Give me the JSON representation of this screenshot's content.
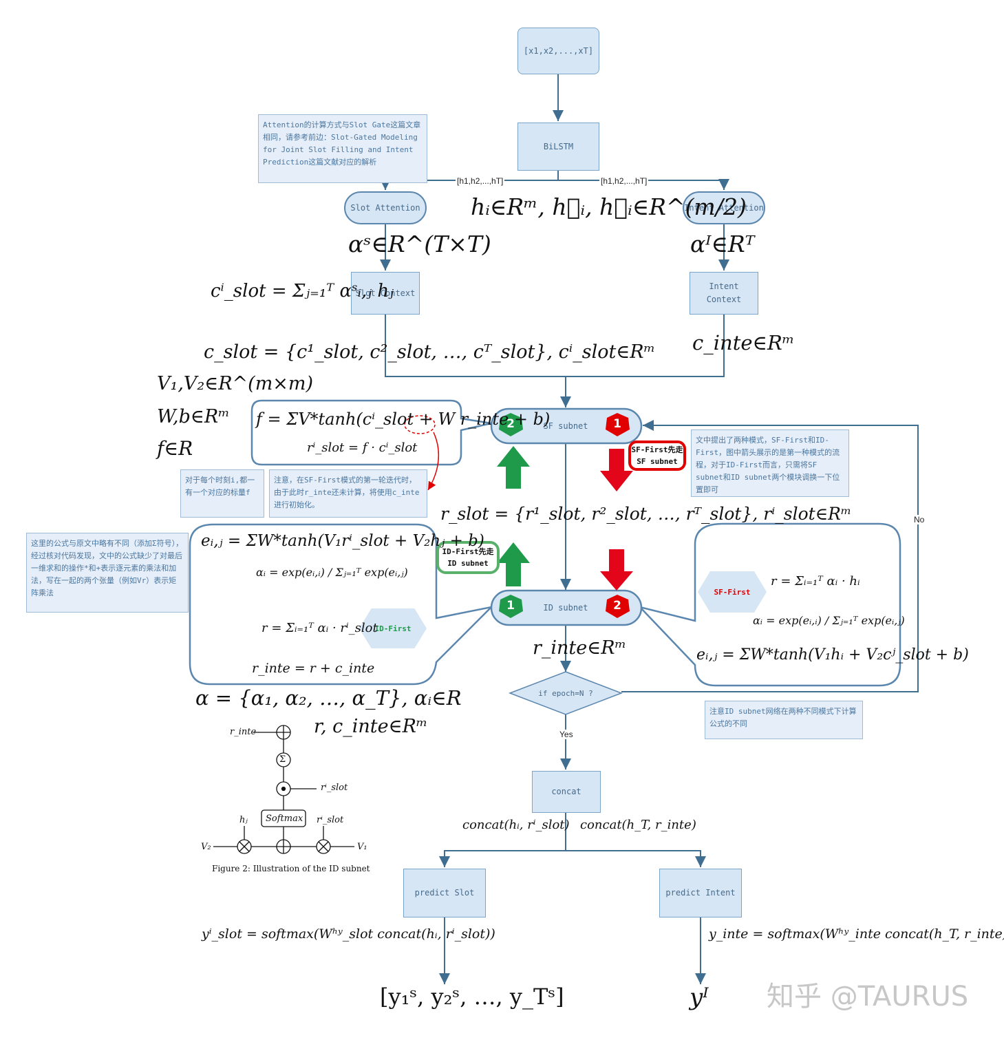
{
  "nodes": {
    "input": "[x1,x2,...,xT]",
    "bilstm": "BiLSTM",
    "slot_attention": "Slot Attention",
    "intent_attention": "Intent Attention",
    "slot_context": "Slot Context",
    "intent_context": "Intent Context",
    "sf_subnet": "SF subnet",
    "id_subnet": "ID subnet",
    "decision": "if epoch=N ?",
    "concat": "concat",
    "predict_slot": "predict Slot",
    "predict_intent": "predict Intent"
  },
  "edge_labels": {
    "h_left": "[h1,h2,...,hT]",
    "h_right": "[h1,h2,...,hT]",
    "no": "No",
    "yes": "Yes"
  },
  "badges": {
    "sf_left": "2",
    "sf_right": "1",
    "id_left": "1",
    "id_right": "2"
  },
  "tags": {
    "sf_first_callout": "SF-First先走SF subnet",
    "id_first_callout": "ID-First先走ID subnet",
    "id_first_hex": "ID-First",
    "sf_first_hex": "SF-First"
  },
  "notes": {
    "attention": "Attention的计算方式与Slot Gate这篇文章相同，请参考前边：Slot-Gated Modeling for Joint Slot Filling and Intent Prediction这篇文献对应的解析",
    "scalar_f": "对于每个时刻i,都一有一个对应的标量f",
    "sf_first_init": "注意，在SF-First模式的第一轮迭代时，由于此时r_inte还未计算，将使用c_inte进行初始化。",
    "modes": "文中提出了两种模式，SF-First和ID-First，图中箭头展示的是第一种模式的流程，对于ID-First而言，只需将SF subnet和ID subnet两个模块调换一下位置即可",
    "formula_diff": "这里的公式与原文中略有不同（添加Σ符号），经过核对代码发现，文中的公式缺少了对最后一维求和的操作*和+表示逐元素的乘法和加法，写在一起的两个张量（例如Vr）表示矩阵乘法",
    "id_subnet_diff": "注意ID subnet网络在两种不同模式下计算公式的不同"
  },
  "math": {
    "h_def": "hᵢ∈Rᵐ, h⃗ᵢ, h⃖ᵢ∈R^(m/2)",
    "alpha_s": "αˢ∈R^(T×T)",
    "alpha_i": "αᴵ∈Rᵀ",
    "c_slot_i": "cⁱ_slot = Σⱼ₌₁ᵀ αˢᵢ,ⱼ hⱼ",
    "c_slot_set": "c_slot = {c¹_slot, c²_slot, …, cᵀ_slot}, cⁱ_slot∈Rᵐ",
    "c_inte": "c_inte∈Rᵐ",
    "v_def": "V₁,V₂∈R^(m×m)",
    "wb_def": "W,b∈Rᵐ",
    "f_def": "f∈R",
    "f_eq": "f = ΣV*tanh(cⁱ_slot + W r_inte + b)",
    "r_slot_i": "rⁱ_slot = f · cⁱ_slot",
    "r_slot_set": "r_slot = {r¹_slot, r²_slot, …, rᵀ_slot}, rⁱ_slot∈Rᵐ",
    "e_id": "eᵢ,ⱼ = ΣW*tanh(V₁rⁱ_slot + V₂hⱼ + b)",
    "alpha_id": "αᵢ = exp(eᵢ,ᵢ) / Σⱼ₌₁ᵀ exp(eᵢ,ⱼ)",
    "r_id": "r = Σᵢ₌₁ᵀ αᵢ · rⁱ_slot",
    "r_inte_eq": "r_inte = r + c_inte",
    "alpha_set": "α = {α₁, α₂, …, α_T}, αᵢ∈R",
    "r_cinte": "r, c_inte∈Rᵐ",
    "r_inte_def": "r_inte∈Rᵐ",
    "r_sf": "r = Σᵢ₌₁ᵀ αᵢ · hᵢ",
    "alpha_sf": "αᵢ = exp(eᵢ,ᵢ) / Σⱼ₌₁ᵀ exp(eᵢ,ⱼ)",
    "e_sf": "eᵢ,ⱼ = ΣW*tanh(V₁hᵢ + V₂cʲ_slot + b)",
    "concat_slot": "concat(hᵢ, rⁱ_slot)",
    "concat_intent": "concat(h_T, r_inte)",
    "y_slot_eq": "yⁱ_slot = softmax(Wʰʸ_slot concat(hᵢ, rⁱ_slot))",
    "y_inte_eq": "y_inte = softmax(Wʰʸ_inte concat(h_T, r_inte))",
    "y_slot_out": "[y₁ˢ, y₂ˢ, …, y_Tˢ]",
    "y_intent_out": "yᴵ"
  },
  "figure": {
    "caption": "Figure 2: Illustration of the ID subnet",
    "r_inte": "r_inte",
    "r_slot_top": "rⁱ_slot",
    "r_slot_bottom": "rⁱ_slot",
    "h_j": "hⱼ",
    "softmax": "Softmax",
    "v2": "V₂",
    "v1": "V₁",
    "sum": "Σ",
    "plus": "⊕",
    "dot": "⊙",
    "times": "⊗"
  },
  "watermark": "知乎 @TAURUS",
  "colors": {
    "node_fill": "#d6e6f5",
    "node_stroke": "#5b86ad",
    "connector": "#3f6e91",
    "badge_green": "#1e9a4a",
    "badge_red": "#e00000",
    "arrow_green": "#1f9a4b",
    "arrow_red": "#e3061a",
    "note_fill": "#e6eff9"
  }
}
